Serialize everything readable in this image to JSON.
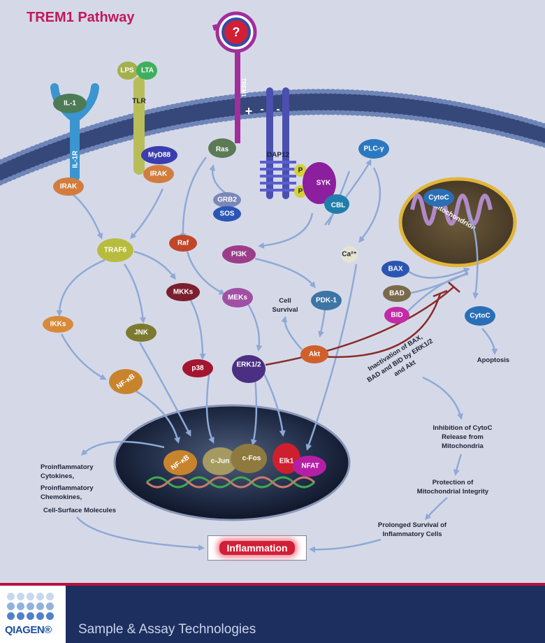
{
  "title": "TREM1 Pathway",
  "colors": {
    "title": "#c2185b",
    "background": "#d5d9e7",
    "membrane": "#3d4f80",
    "arrow": "#8fa9d6",
    "inhibition": "#8b2b2b",
    "footer": "#1d2f5f",
    "footer_stripe": "#b5123f"
  },
  "nodes": {
    "il1": "IL-1",
    "il1r": "IL-1R",
    "lps": "LPS",
    "lta": "LTA",
    "tlr": "TLR",
    "trem1": "TREM1",
    "unknown_ligand": "?",
    "dap12": "DAP12",
    "plus": "+",
    "minus": "-",
    "myd88": "MyD88",
    "irak_tlr": "IRAK",
    "irak_il1r": "IRAK",
    "ras": "Ras",
    "plc": "PLC-γ",
    "p1": "P",
    "p2": "P",
    "syk": "SYK",
    "cbl": "CBL",
    "grb2": "GRB2",
    "sos": "SOS",
    "traf6": "TRAF6",
    "raf": "Raf",
    "pi3k": "PI3K",
    "ca": "Ca²⁺",
    "mkks": "MKKs",
    "meks": "MEKs",
    "pdk1": "PDK-1",
    "ikks": "IKKs",
    "jnk": "JNK",
    "p38": "p38",
    "erk": "ERK1/2",
    "akt": "Akt",
    "nfkb": "NF-κB",
    "nfkb_nuc": "NF-κB",
    "cjun": "c-Jun",
    "cfos": "c-Fos",
    "elk1": "Elk1",
    "nfat": "NFAT",
    "bax": "BAX",
    "bad": "BAD",
    "bid": "BID",
    "cytoc_mito": "CytoC",
    "cytoc_out": "CytoC",
    "mitochondrion": "Mitochondrion"
  },
  "notes": {
    "cell_survival": [
      "Cell",
      "Survival"
    ],
    "apoptosis": "Apoptosis",
    "inactivation": [
      "Inactivation of BAX,",
      "BAD and BID by ERK1/2",
      "and Akt"
    ],
    "inhibition": [
      "Inhibition of CytoC",
      "Release from",
      "Mitochondria"
    ],
    "protection": [
      "Protection of",
      "Mitochondrial Integrity"
    ],
    "prolonged": [
      "Prolonged Survival of",
      "Inflammatory Cells"
    ],
    "cytokines": [
      "Proinflammatory",
      "Cytokines,",
      "Proinflammatory",
      "Chemokines,",
      "Cell-Surface Molecules"
    ]
  },
  "outcome": "Inflammation",
  "footer": {
    "logo": "QIAGEN®",
    "tagline": "Sample & Assay Technologies"
  }
}
